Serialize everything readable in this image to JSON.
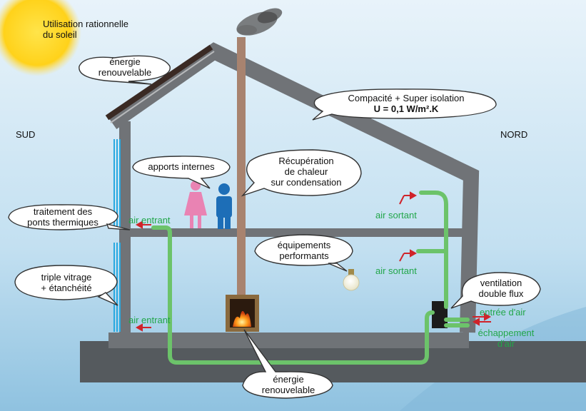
{
  "labels": {
    "sun": "Utilisation rationnelle\ndu soleil",
    "sud": "SUD",
    "nord": "NORD",
    "energie_roof": "énergie\nrenouvelable",
    "compacite_line1": "Compacité + Super isolation",
    "compacite_line2": "U = 0,1 W/m².K",
    "apports": "apports internes",
    "recuperation": "Récupération\nde chaleur\nsur condensation",
    "ponts": "traitement des\nponts thermiques",
    "triple": "triple vitrage\n+ étanchéité",
    "equipements": "équipements\nperformants",
    "ventilation": "ventilation\ndouble flux",
    "energie_bottom": "énergie\nrenouvelable"
  },
  "flow_labels": {
    "air_entrant_top": "air entrant",
    "air_entrant_bottom": "air entrant",
    "air_sortant_top": "air sortant",
    "air_sortant_bottom": "air sortant",
    "entree_air": "entrée d'air",
    "echappement": "échappement\nd'air"
  },
  "colors": {
    "structure": "#6b6e72",
    "roof_outline": "#707377",
    "chimney": "#a8836f",
    "duct": "#6cc36a",
    "arrow": "#d0232a",
    "window": "#29a9e0",
    "sky_top": "#dcedf7",
    "sky_bottom": "#9fcde8",
    "sun": "#ffd21a"
  },
  "icons": {
    "woman": "woman-icon",
    "man": "man-icon",
    "bulb": "light-bulb-icon",
    "fireplace": "fireplace-icon",
    "sun": "sun-icon",
    "smoke": "smoke-icon"
  }
}
